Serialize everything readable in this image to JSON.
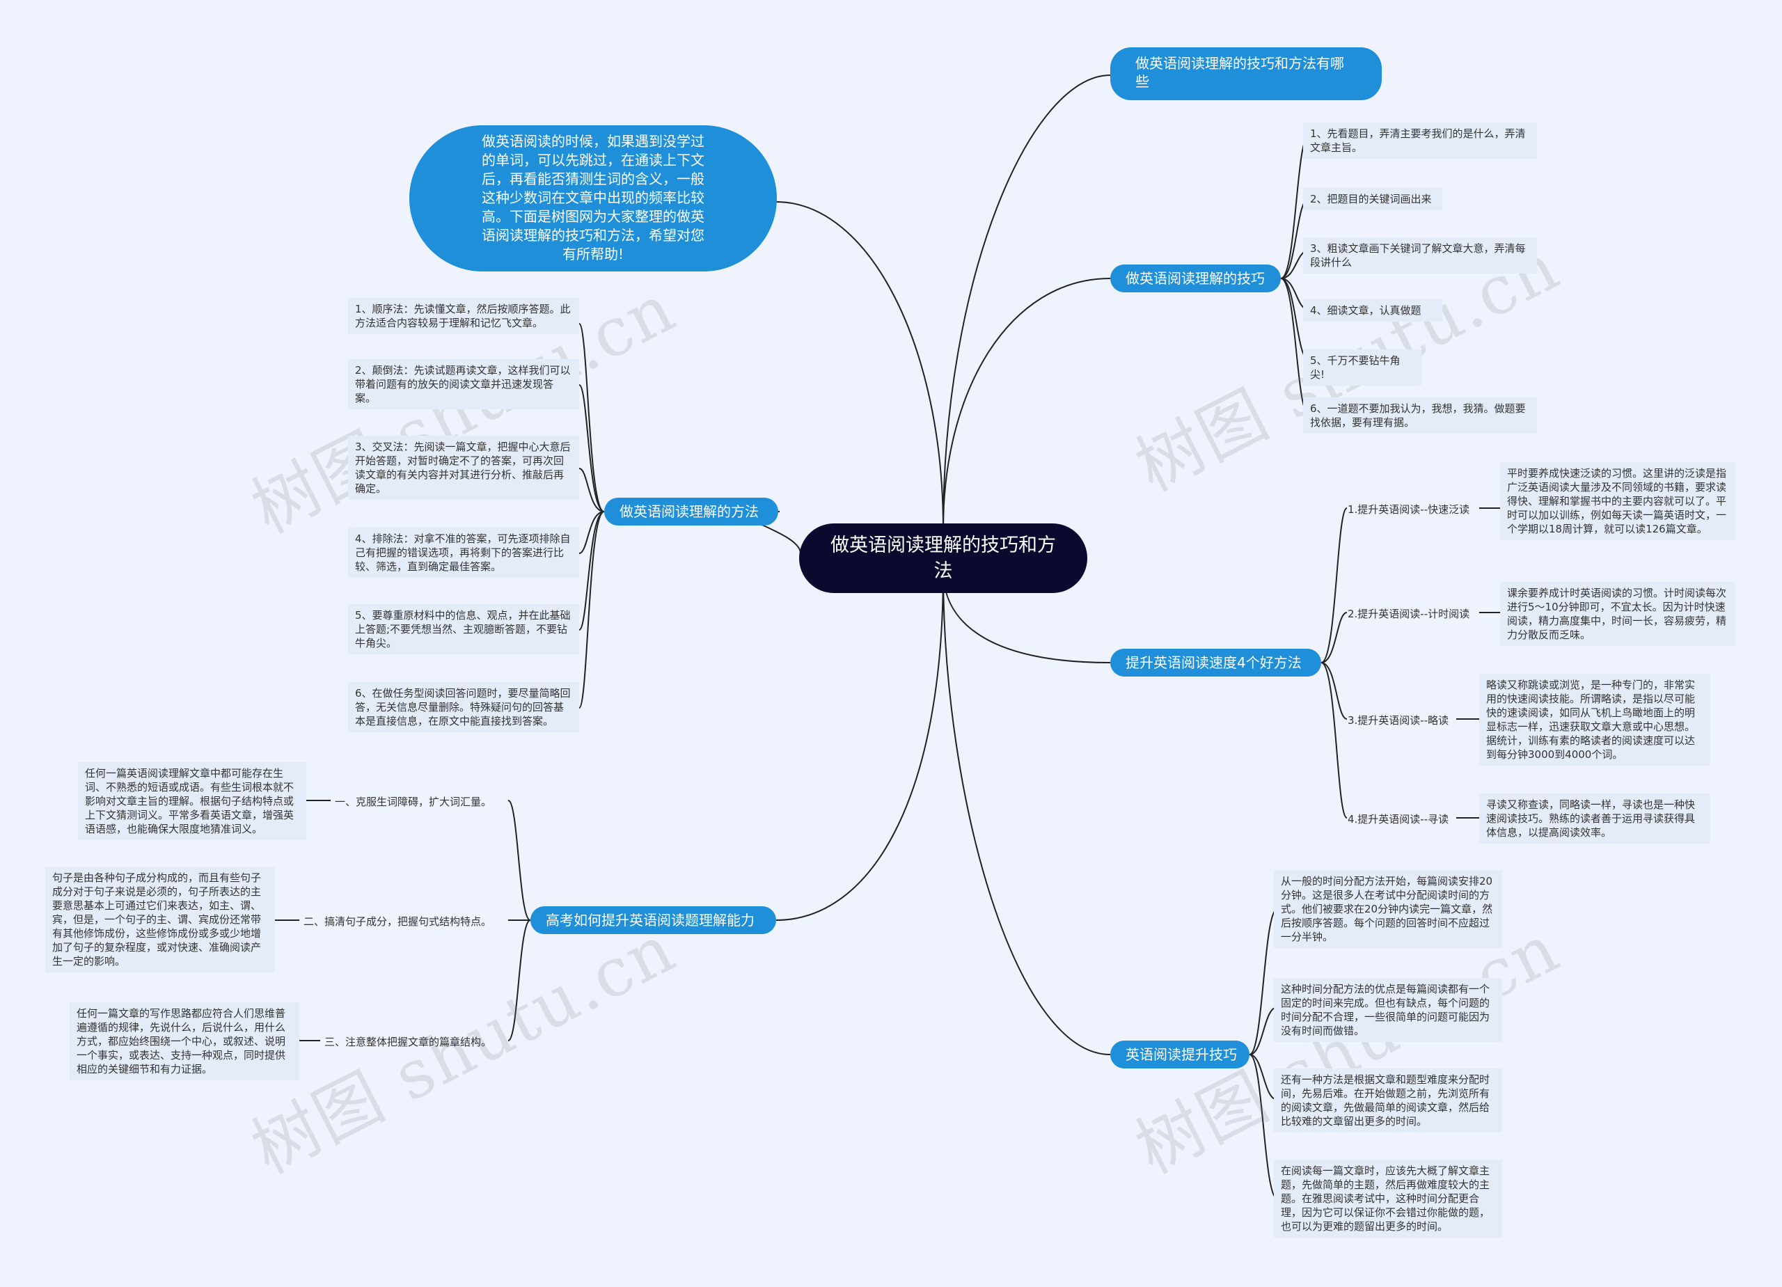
{
  "root": {
    "title": "做英语阅读理解的技巧和方法"
  },
  "intro": {
    "text": "做英语阅读的时候，如果遇到没学过的单词，可以先跳过，在通读上下文后，再看能否猜测生词的含义，一般这种少数词在文章中出现的频率比较高。下面是树图网为大家整理的做英语阅读理解的技巧和方法，希望对您有所帮助!"
  },
  "right_branches": [
    {
      "label": "做英语阅读理解的技巧和方法有哪些",
      "children": []
    },
    {
      "label": "做英语阅读理解的技巧",
      "children": [
        {
          "text": "1、先看题目，弄清主要考我们的是什么，弄清文章主旨。"
        },
        {
          "text": "2、把题目的关键词画出来"
        },
        {
          "text": "3、粗读文章画下关键词了解文章大意，弄清每段讲什么"
        },
        {
          "text": "4、细读文章，认真做题"
        },
        {
          "text": "5、千万不要钻牛角尖!"
        },
        {
          "text": "6、一道题不要加我认为，我想，我猜。做题要找依据，要有理有据。"
        }
      ]
    },
    {
      "label": "提升英语阅读速度4个好方法",
      "children": [
        {
          "text": "1.提升英语阅读--快速泛读",
          "detail": "平时要养成快速泛读的习惯。这里讲的泛读是指广泛英语阅读大量涉及不同领域的书籍，要求读得快、理解和掌握书中的主要内容就可以了。平时可以加以训练，例如每天读一篇英语时文，一个学期以18周计算，就可以读126篇文章。"
        },
        {
          "text": "2.提升英语阅读--计时阅读",
          "detail": "课余要养成计时英语阅读的习惯。计时阅读每次进行5～10分钟即可，不宜太长。因为计时快速阅读，精力高度集中，时间一长，容易疲劳，精力分散反而乏味。"
        },
        {
          "text": "3.提升英语阅读--略读",
          "detail": "略读又称跳读或浏览，是一种专门的，非常实用的快速阅读技能。所谓略读，是指以尽可能快的速读阅读，如同从飞机上鸟瞰地面上的明显标志一样，迅速获取文章大意或中心思想。据统计，训练有素的略读者的阅读速度可以达到每分钟3000到4000个词。"
        },
        {
          "text": "4.提升英语阅读--寻读",
          "detail": "寻读又称查读，同略读一样，寻读也是一种快速阅读技巧。熟练的读者善于运用寻读获得具体信息，以提高阅读效率。"
        }
      ]
    },
    {
      "label": "英语阅读提升技巧",
      "children": [
        {
          "text": "从一般的时间分配方法开始，每篇阅读安排20分钟。这是很多人在考试中分配阅读时间的方式。他们被要求在20分钟内读完一篇文章，然后按顺序答题。每个问题的回答时间不应超过一分半钟。"
        },
        {
          "text": "这种时间分配方法的优点是每篇阅读都有一个固定的时间来完成。但也有缺点，每个问题的时间分配不合理，一些很简单的问题可能因为没有时间而做错。"
        },
        {
          "text": "还有一种方法是根据文章和题型难度来分配时间，先易后难。在开始做题之前，先浏览所有的阅读文章，先做最简单的阅读文章，然后给比较难的文章留出更多的时间。"
        },
        {
          "text": "在阅读每一篇文章时，应该先大概了解文章主题，先做简单的主题，然后再做难度较大的主题。在雅思阅读考试中，这种时间分配更合理，因为它可以保证你不会错过你能做的题，也可以为更难的题留出更多的时间。"
        }
      ]
    }
  ],
  "left_branches": [
    {
      "label": "做英语阅读理解的方法",
      "children": [
        {
          "text": "1、顺序法：先读懂文章，然后按顺序答题。此 方法适合内容较易于理解和记忆飞文章。"
        },
        {
          "text": "2、颠倒法：先读试题再读文章，这样我们可以带着问题有的放矢的阅读文章并迅速发现答案。"
        },
        {
          "text": "3、交叉法：先阅读一篇文章，把握中心大意后开始答题，对暂时确定不了的答案，可再次回读文章的有关内容并对其进行分析、推敲后再确定。"
        },
        {
          "text": "4、排除法：对拿不准的答案，可先逐项排除自己有把握的错误选项，再将剩下的答案进行比较、筛选，直到确定最佳答案。"
        },
        {
          "text": "5、要尊重原材料中的信息、观点，并在此基础上答题;不要凭想当然、主观臆断答题，不要钻牛角尖。"
        },
        {
          "text": "6、在做任务型阅读回答问题时，要尽量简略回答，无关信息尽量删除。特殊疑问句的回答基本是直接信息，在原文中能直接找到答案。"
        }
      ]
    },
    {
      "label": "高考如何提升英语阅读题理解能力",
      "children": [
        {
          "text": "一、克服生词障碍，扩大词汇量。",
          "detail": "任何一篇英语阅读理解文章中都可能存在生词、不熟悉的短语或成语。有些生词根本就不影响对文章主旨的理解。根据句子结构特点或上下文猜测词义。平常多看英语文章，增强英语语感，也能确保大限度地猜准词义。"
        },
        {
          "text": "二、搞清句子成分，把握句式结构特点。",
          "detail": "句子是由各种句子成分构成的，而且有些句子成分对于句子来说是必须的，句子所表达的主要意思基本上可通过它们来表达，如主、谓、宾，但是，一个句子的主、谓、宾成份还常带有其他修饰成份，这些修饰成份或多或少地增加了句子的复杂程度，或对快速、准确阅读产生一定的影响。"
        },
        {
          "text": "三、注意整体把握文章的篇章结构。",
          "detail": "任何一篇文章的写作思路都应符合人们思维普遍遵循的规律，先说什么，后说什么，用什么方式，都应始终围绕一个中心，或叙述、说明一个事实，或表达、支持一种观点，同时提供相应的关键细节和有力证据。"
        }
      ]
    }
  ],
  "watermark": {
    "text": "树图 shutu.cn"
  },
  "colors": {
    "background": "#eef3fe",
    "root": "#0a0a2e",
    "branch": "#1e8fd8",
    "leaf": "#e4ecfa",
    "line": "#222222"
  }
}
